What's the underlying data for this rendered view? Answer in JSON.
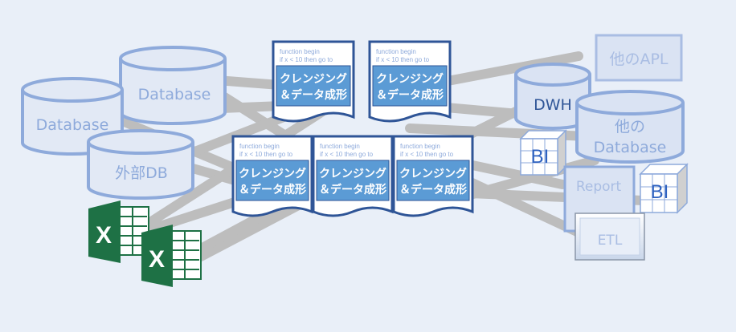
{
  "sources": {
    "database_back": "Database",
    "database_front": "Database",
    "external_db": "外部DB",
    "excel_1": "X",
    "excel_2": "X"
  },
  "cleansing_docs": {
    "code_line_1": "function begin",
    "code_line_2": "if x < 10 then go to",
    "label_line_1": "クレンジング",
    "label_line_2": "＆データ成形"
  },
  "targets": {
    "other_apl": "他のAPL",
    "dwh": "DWH",
    "other_db_line_1": "他の",
    "other_db_line_2": "Database",
    "bi_1": "BI",
    "bi_2": "BI",
    "report": "Report",
    "etl": "ETL"
  },
  "colors": {
    "background": "#e9eff8",
    "connector": "#bdbdbd",
    "cylinder_stroke": "#8eaadb",
    "doc_stroke": "#2f5597",
    "doc_label_bg": "#5b9bd5",
    "excel": "#1e7145"
  }
}
